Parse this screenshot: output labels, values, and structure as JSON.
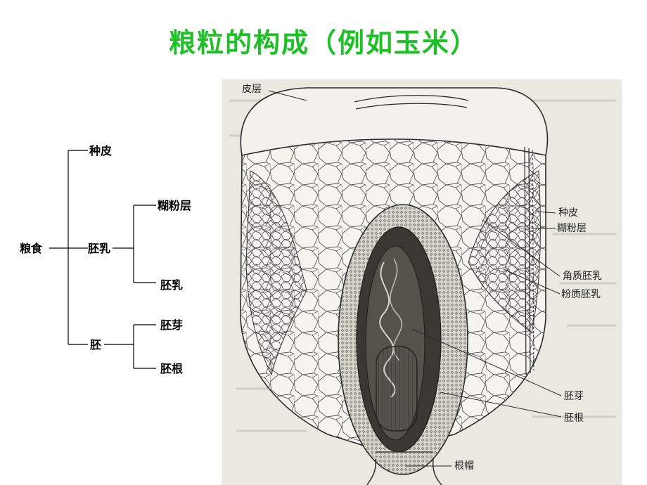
{
  "title": "粮粒的构成（例如玉米）",
  "colors": {
    "title": "#1fbf27",
    "tree_line": "#000000",
    "figure_bg": "#ebe8e1",
    "ink": "#2a2a2a"
  },
  "tree": {
    "root": "粮食",
    "seed_coat": "种皮",
    "endosperm": "胚乳",
    "aleurone": "糊粉层",
    "endosperm_inner": "胚乳",
    "embryo": "胚",
    "plumule": "胚芽",
    "radicle": "胚根"
  },
  "figure": {
    "labels": {
      "cortex": "皮层",
      "seed_coat": "种皮",
      "aleurone": "糊粉层",
      "horny_endosperm": "角质胚乳",
      "floury_endosperm": "粉质胚乳",
      "plumule": "胚芽",
      "radicle": "胚根",
      "root_cap": "根帽"
    }
  }
}
